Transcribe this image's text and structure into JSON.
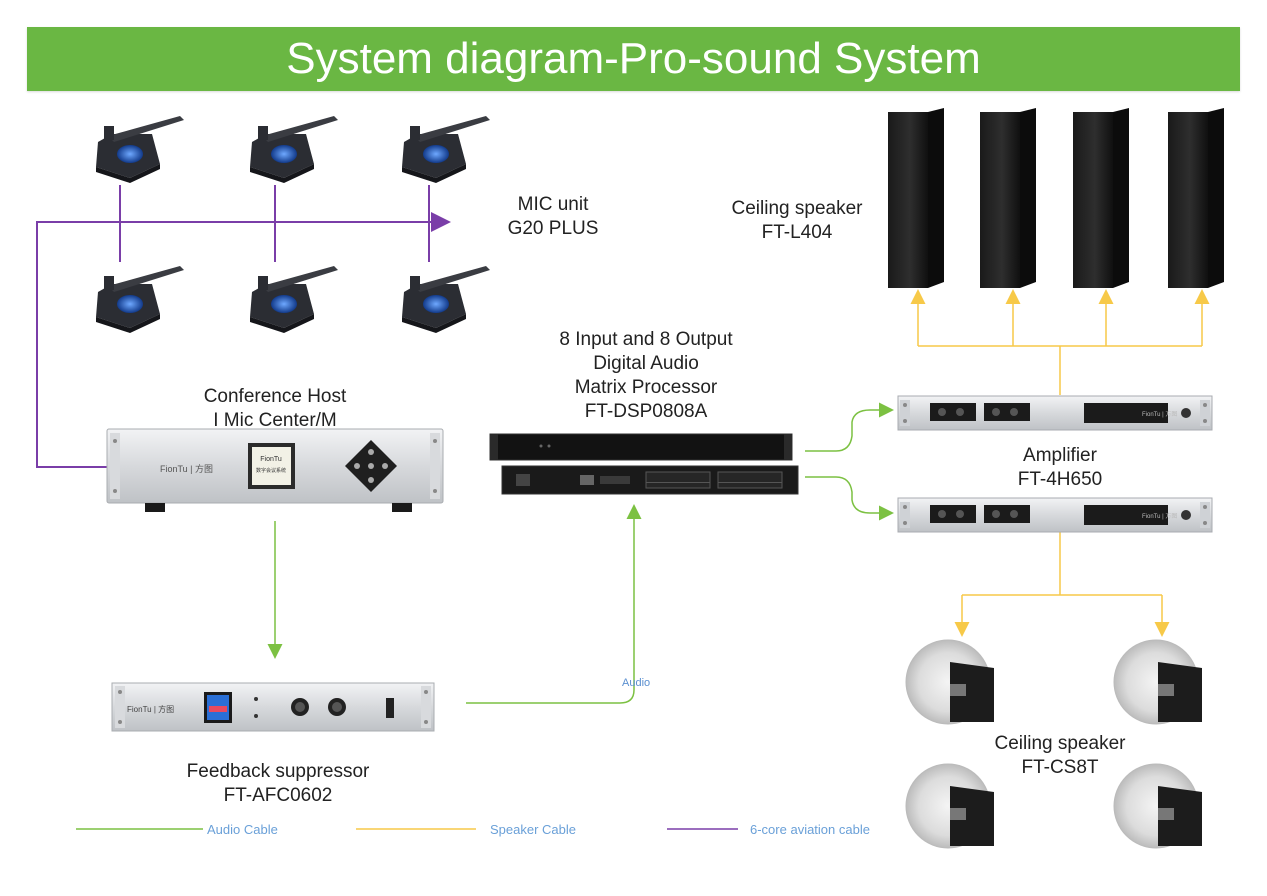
{
  "title": "System diagram-Pro-sound System",
  "labels": {
    "mic_unit": [
      "MIC unit",
      "G20 PLUS"
    ],
    "ceiling_speaker_top": [
      "Ceiling speaker",
      "FT-L404"
    ],
    "dsp": [
      "8 Input and 8 Output",
      "Digital Audio",
      "Matrix Processor",
      "FT-DSP0808A"
    ],
    "conference_host": [
      "Conference Host",
      "I Mic Center/M"
    ],
    "amplifier": [
      "Amplifier",
      "FT-4H650"
    ],
    "ceiling_speaker_bottom": [
      "Ceiling speaker",
      "FT-CS8T"
    ],
    "feedback_suppressor": [
      "Feedback suppressor",
      "FT-AFC0602"
    ]
  },
  "cable_label": "Audio",
  "device_text": {
    "host_brand": "FionTu | 方图",
    "host_screen_line1": "FionTu",
    "host_screen_line2": "数字会议系统",
    "suppressor_brand": "FionTu | 方图",
    "amplifier_brand": "FionTu | 方图"
  },
  "legend": [
    {
      "label": "Audio Cable",
      "color": "#7cc142"
    },
    {
      "label": "Speaker Cable",
      "color": "#f7c948"
    },
    {
      "label": "6-core aviation cable",
      "color": "#7a3ea8"
    }
  ],
  "colors": {
    "title_bg": "#6ab743",
    "audio": "#7cc142",
    "speaker": "#f7c948",
    "aviation": "#7a3ea8"
  }
}
